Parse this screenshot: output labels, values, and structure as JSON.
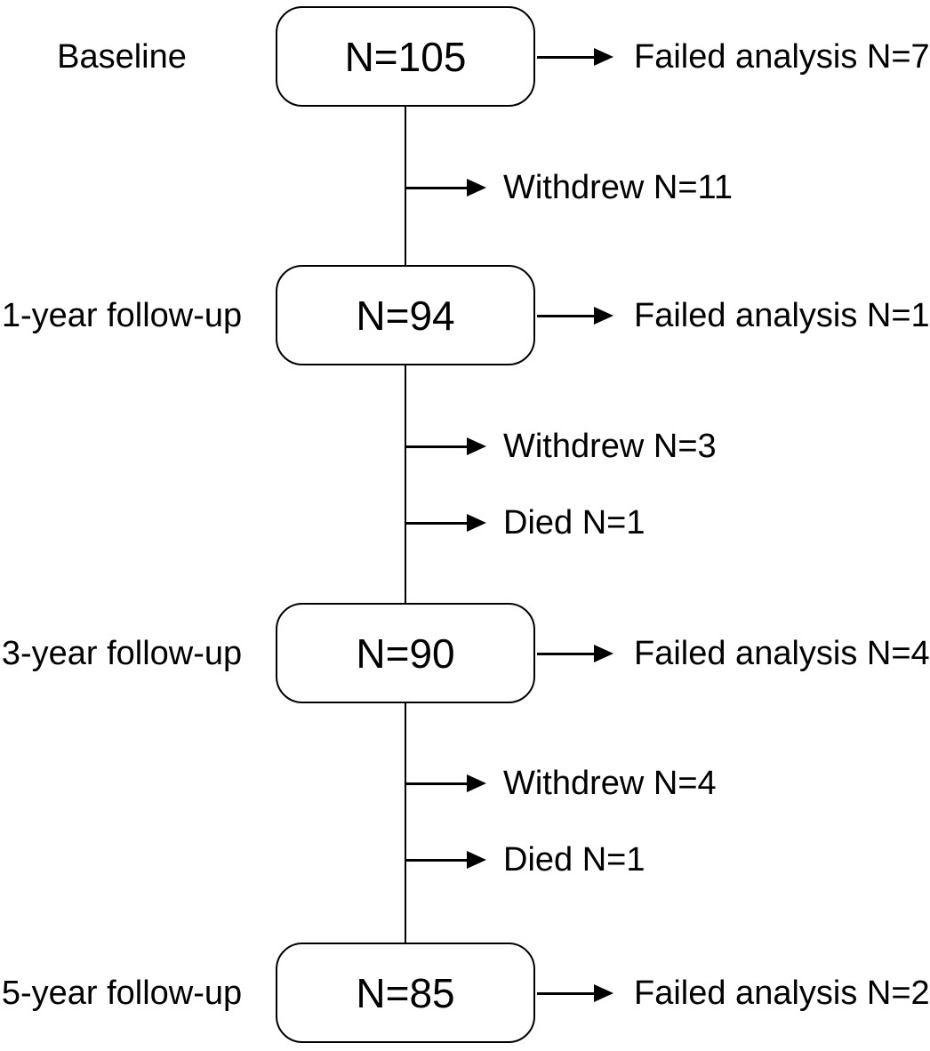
{
  "diagram": {
    "kind": "participant-flow",
    "colors": {
      "ink": "#000000",
      "background": "#ffffff"
    },
    "stages": [
      {
        "label": "Baseline",
        "count": "N=105",
        "excluded": "Failed analysis N=7"
      },
      {
        "label": "1-year follow-up",
        "count": "N=94",
        "excluded": "Failed analysis N=1"
      },
      {
        "label": "3-year follow-up",
        "count": "N=90",
        "excluded": "Failed analysis N=4"
      },
      {
        "label": "5-year follow-up",
        "count": "N=85",
        "excluded": "Failed analysis N=2"
      }
    ],
    "dropouts": [
      {
        "label": "Withdrew N=11"
      },
      {
        "label": "Withdrew N=3"
      },
      {
        "label": "Died N=1"
      },
      {
        "label": "Withdrew N=4"
      },
      {
        "label": "Died N=1"
      }
    ]
  }
}
